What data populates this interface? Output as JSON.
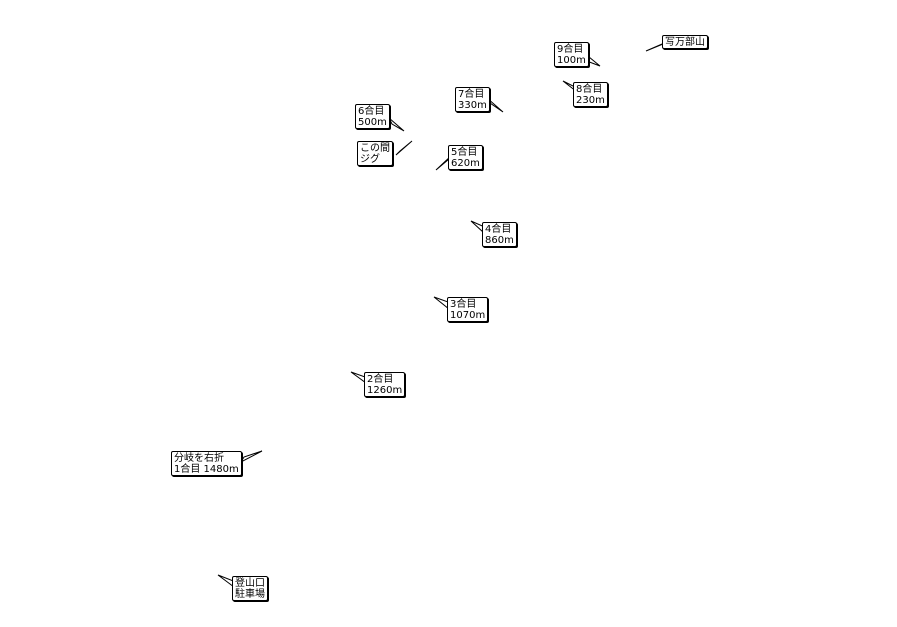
{
  "map": {
    "colors": {
      "background": "#ffffff",
      "ink": "#000000"
    },
    "labels": [
      {
        "id": "summit",
        "lines": [
          "写万部山"
        ]
      },
      {
        "id": "stage9",
        "lines": [
          "9合目",
          "100m"
        ]
      },
      {
        "id": "stage8",
        "lines": [
          "8合目",
          "230m"
        ]
      },
      {
        "id": "stage7",
        "lines": [
          "7合目",
          "330m"
        ]
      },
      {
        "id": "stage6",
        "lines": [
          "6合目",
          "500m"
        ]
      },
      {
        "id": "zigzag",
        "lines": [
          "この間",
          "ジグ"
        ]
      },
      {
        "id": "stage5",
        "lines": [
          "5合目",
          "620m"
        ]
      },
      {
        "id": "stage4",
        "lines": [
          "4合目",
          "860m"
        ]
      },
      {
        "id": "stage3",
        "lines": [
          "3合目",
          "1070m"
        ]
      },
      {
        "id": "stage2",
        "lines": [
          "2合目",
          "1260m"
        ]
      },
      {
        "id": "junction",
        "lines": [
          "分岐を右折",
          "1合目 1480m"
        ]
      },
      {
        "id": "trailhead",
        "lines": [
          "登山口",
          "駐車場"
        ]
      }
    ]
  }
}
